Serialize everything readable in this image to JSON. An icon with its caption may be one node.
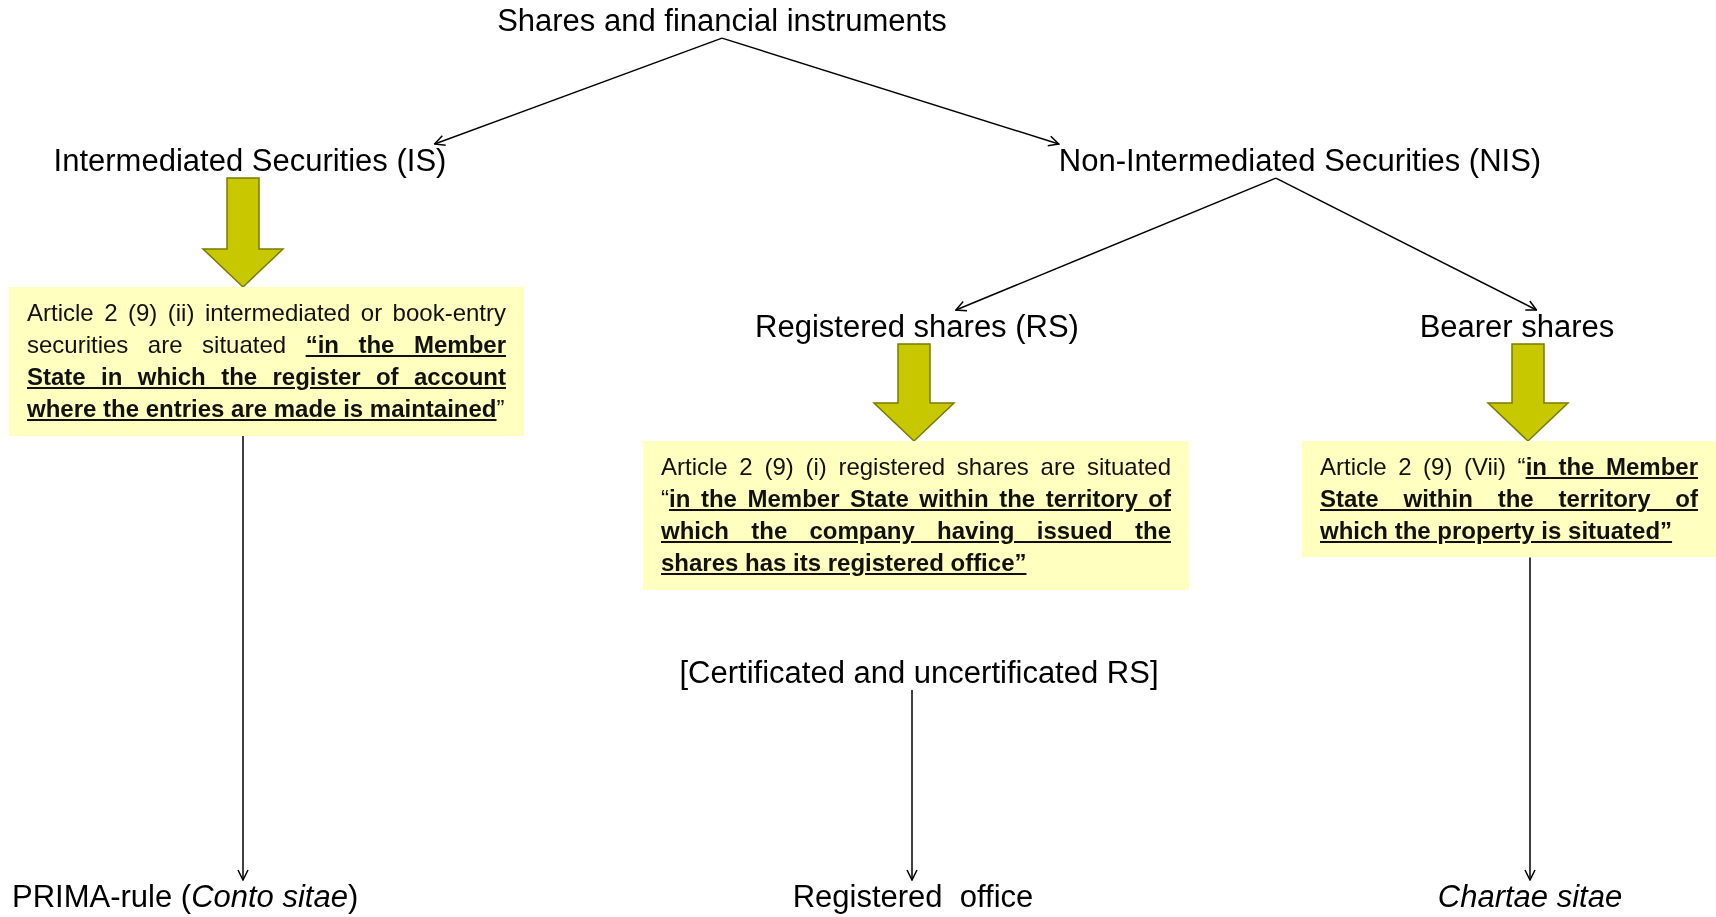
{
  "diagram": {
    "nodes": [
      {
        "text": [
          "Shares and financial instruments"
        ]
      },
      {
        "text": [
          "Intermediated Securities (IS)"
        ]
      },
      {
        "text": [
          "Non-Intermediated Securities (NIS)"
        ]
      },
      {
        "text": [
          "Article 2 (9) (ii) intermediated or book-entry securities are situated **“in the Member State in which the register of account where the entries are made is maintained**”"
        ]
      },
      {
        "text": [
          "Registered shares (RS)"
        ]
      },
      {
        "text": [
          "Bearer shares"
        ]
      },
      {
        "text": [
          "Article 2 (9) (i) registered shares are situated “**in the Member State within the territory of which the company having issued the shares has its registered office”**"
        ]
      },
      {
        "text": [
          "Article 2 (9) (Vii) “**in the Member State within the territory of which the property is situated”**"
        ]
      },
      {
        "text": [
          "[Certificated and uncertificated RS]"
        ]
      },
      {
        "text": [
          "PRIMA-rule (*Conto sitae*)"
        ]
      },
      {
        "text": [
          "Registered  office"
        ]
      },
      {
        "text": [
          "Chartae sitae"
        ]
      }
    ],
    "edges": [
      {
        "from": 0,
        "to": 1,
        "arrow": "to"
      },
      {
        "from": 0,
        "to": 2,
        "arrow": "to"
      },
      {
        "from": 1,
        "to": 3,
        "arrow": "to",
        "style": "thick",
        "color": "#c8c800"
      },
      {
        "from": 2,
        "to": 4,
        "arrow": "to"
      },
      {
        "from": 2,
        "to": 5,
        "arrow": "to"
      },
      {
        "from": 4,
        "to": 6,
        "arrow": "to",
        "style": "thick",
        "color": "#c8c800"
      },
      {
        "from": 5,
        "to": 7,
        "arrow": "to",
        "style": "thick",
        "color": "#c8c800"
      },
      {
        "from": 3,
        "to": 9,
        "arrow": "to"
      },
      {
        "from": 8,
        "to": 10,
        "arrow": "to"
      },
      {
        "from": 7,
        "to": 11,
        "arrow": "to"
      }
    ]
  }
}
